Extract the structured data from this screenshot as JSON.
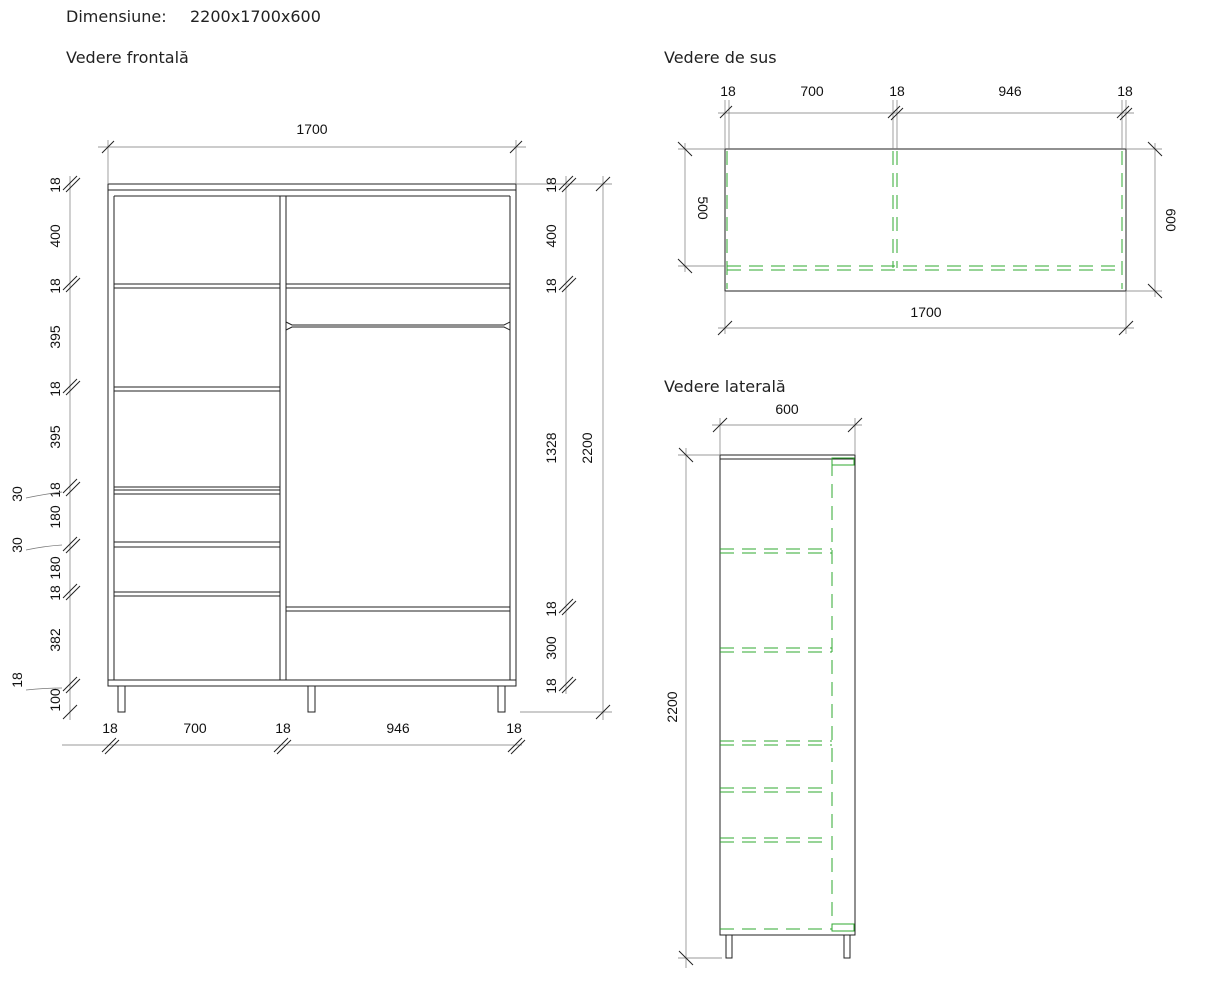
{
  "header": {
    "dim_label": "Dimensiune:",
    "dim_value": "2200x1700x600"
  },
  "front": {
    "title": "Vedere frontală",
    "width": "1700",
    "height": "2200",
    "left_dims": [
      "18",
      "400",
      "18",
      "395",
      "18",
      "395",
      "18",
      "180",
      "30",
      "180",
      "18",
      "382",
      "18",
      "100"
    ],
    "left_callouts": [
      "30",
      "30",
      "18"
    ],
    "right_dims": [
      "18",
      "400",
      "18",
      "1328",
      "18",
      "300",
      "18"
    ],
    "bottom_dims": [
      "18",
      "700",
      "18",
      "946",
      "18"
    ]
  },
  "top": {
    "title": "Vedere de sus",
    "top_dims": [
      "18",
      "700",
      "18",
      "946",
      "18"
    ],
    "depth_inner": "500",
    "depth": "600",
    "width": "1700"
  },
  "side": {
    "title": "Vedere laterală",
    "depth": "600",
    "height": "2200"
  },
  "colors": {
    "line": "#222222",
    "hidden": "#2fa82f"
  }
}
